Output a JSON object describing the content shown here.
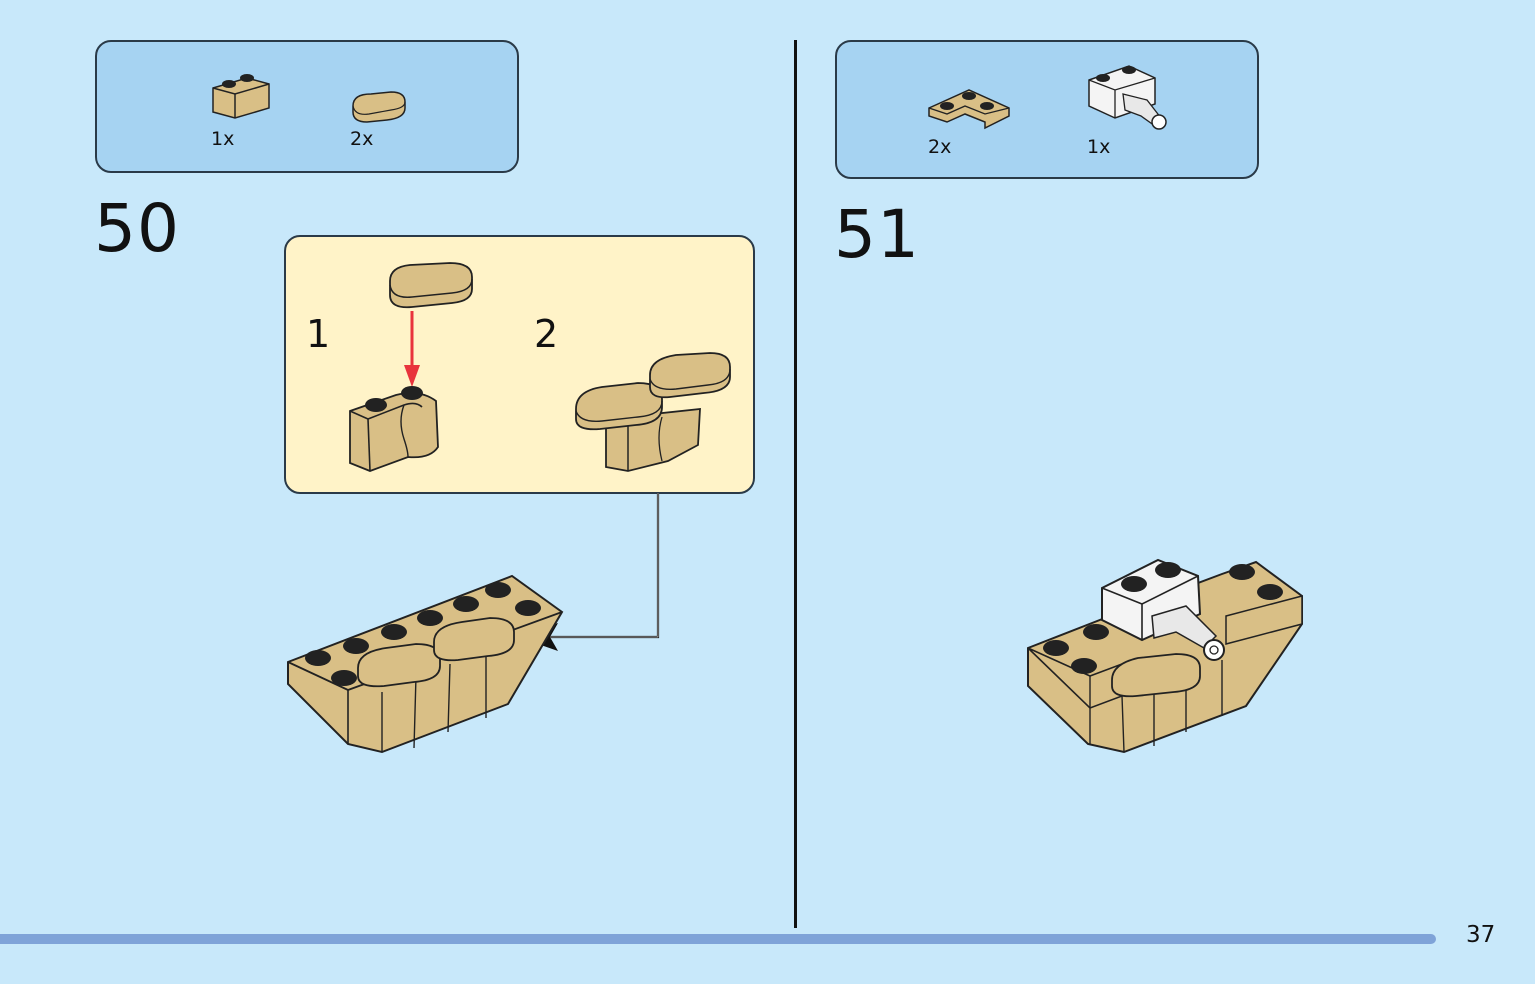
{
  "step50": {
    "number": "50",
    "parts": [
      {
        "qty": "1x",
        "icon": "tan-brick-1x2-rounded"
      },
      {
        "qty": "2x",
        "icon": "tan-tile-1x2-rounded"
      }
    ],
    "substeps": [
      {
        "label": "1"
      },
      {
        "label": "2"
      }
    ]
  },
  "step51": {
    "number": "51",
    "parts": [
      {
        "qty": "2x",
        "icon": "tan-plate-corner"
      },
      {
        "qty": "1x",
        "icon": "white-brick-with-clip"
      }
    ]
  },
  "page": {
    "number": "37"
  },
  "colors": {
    "background": "#c8e8fa",
    "parts_box": "#a6d3f2",
    "substep_box": "#fff3c8",
    "tan": "#d9bf86",
    "arrow_red": "#e8333c",
    "bottom_bar": "#7fa3d8"
  }
}
